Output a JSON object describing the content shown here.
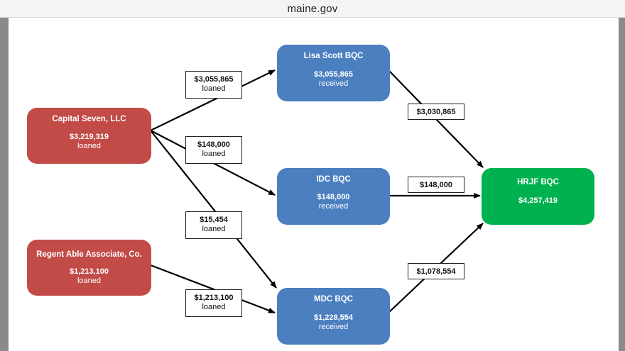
{
  "browser": {
    "url": "maine.gov"
  },
  "nodes": {
    "capital": {
      "title": "Capital Seven, LLC",
      "amount": "$3,219,319",
      "sub": "loaned"
    },
    "regent": {
      "title": "Regent Able Associate, Co.",
      "amount": "$1,213,100",
      "sub": "loaned"
    },
    "lisa": {
      "title": "Lisa Scott BQC",
      "amount": "$3,055,865",
      "sub": "received"
    },
    "idc": {
      "title": "IDC BQC",
      "amount": "$148,000",
      "sub": "received"
    },
    "mdc": {
      "title": "MDC BQC",
      "amount": "$1,228,554",
      "sub": "received"
    },
    "hrjf": {
      "title": "HRJF BQC",
      "amount": "$4,257,419"
    }
  },
  "flows": {
    "capital_lisa": {
      "value": "$3,055,865",
      "sub": "loaned"
    },
    "capital_idc": {
      "value": "$148,000",
      "sub": "loaned"
    },
    "capital_mdc": {
      "value": "$15,454",
      "sub": "loaned"
    },
    "regent_mdc": {
      "value": "$1,213,100",
      "sub": "loaned"
    },
    "lisa_hrjf": {
      "value": "$3,030,865"
    },
    "idc_hrjf": {
      "value": "$148,000"
    },
    "mdc_hrjf": {
      "value": "$1,078,554"
    }
  },
  "colors": {
    "lender": "#c24b48",
    "intermediary": "#4b7fc0",
    "recipient": "#00b14f"
  }
}
